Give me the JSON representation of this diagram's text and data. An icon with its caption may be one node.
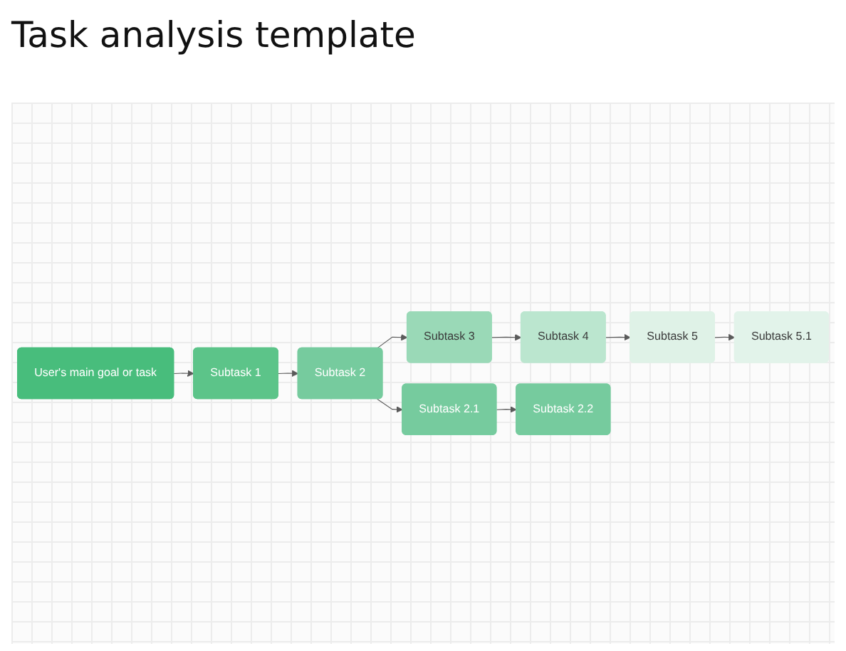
{
  "diagram": {
    "title": "Task analysis template",
    "nodes": [
      {
        "text": [
          "User's main goal or task"
        ]
      },
      {
        "text": [
          "Subtask 1"
        ]
      },
      {
        "text": [
          "Subtask 2"
        ]
      },
      {
        "text": [
          "Subtask 3"
        ]
      },
      {
        "text": [
          "Subtask 4"
        ]
      },
      {
        "text": [
          "Subtask 5"
        ]
      },
      {
        "text": [
          "Subtask 2.1"
        ]
      },
      {
        "text": [
          "Subtask 5.1"
        ]
      },
      {
        "text": [
          "Subtask 2.2"
        ]
      }
    ],
    "edges": [
      {
        "from": 0,
        "to": 1,
        "arrow": "to"
      },
      {
        "from": 1,
        "to": 2,
        "arrow": "to"
      },
      {
        "from": 2,
        "to": 3,
        "arrow": "to"
      },
      {
        "from": 3,
        "to": 4,
        "arrow": "to"
      },
      {
        "from": 4,
        "to": 5,
        "arrow": "to"
      },
      {
        "from": 2,
        "to": 6,
        "arrow": "to"
      },
      {
        "from": 6,
        "to": 8,
        "arrow": "to"
      },
      {
        "from": 5,
        "to": 7,
        "arrow": "to"
      }
    ]
  }
}
